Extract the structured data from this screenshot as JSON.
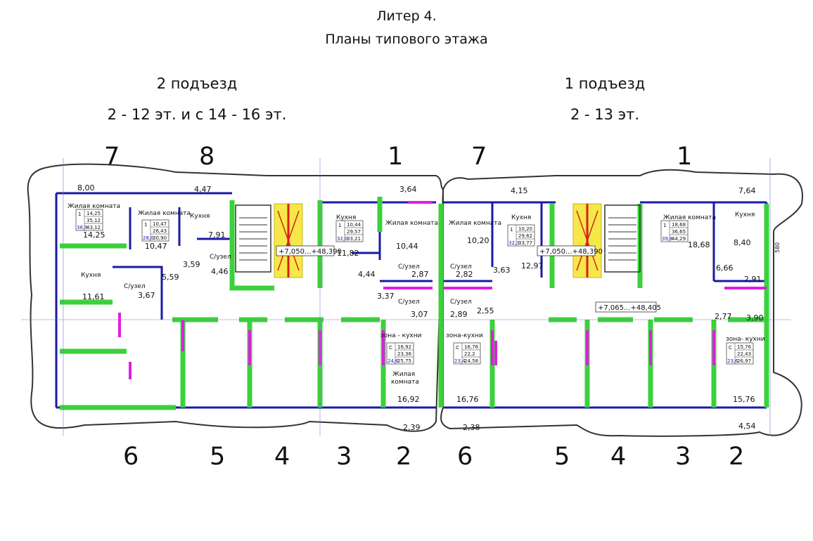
{
  "header": {
    "title_line1": "Литер 4.",
    "title_line2": "Планы типового этажа"
  },
  "entrances": {
    "left": {
      "name": "2 подъезд",
      "floors": "2 - 12 эт. и с 14 - 16 эт."
    },
    "right": {
      "name": "1 подъезд",
      "floors": "2 - 13 эт."
    }
  },
  "apartment_numbers": {
    "top": [
      "7",
      "8",
      "1",
      "7",
      "1"
    ],
    "bottom": [
      "6",
      "5",
      "4",
      "3",
      "2",
      "6",
      "5",
      "4",
      "3",
      "2"
    ]
  },
  "elevations": {
    "left_stair": "+7,050...+48,390",
    "right_stair": "+7,050...+48,390",
    "right_corridor": "+7,065...+48,405"
  },
  "dimensions": [
    "8,00",
    "4,47",
    "3,64",
    "4,15",
    "7,64",
    "14,25",
    "10,47",
    "7,91",
    "11,82",
    "10,44",
    "10,20",
    "12,97",
    "18,68",
    "8,40",
    "6,66",
    "2,91",
    "3,59",
    "4,46",
    "5,59",
    "3,67",
    "11,61",
    "4,44",
    "3,37",
    "2,87",
    "3,07",
    "2,82",
    "3,63",
    "2,89",
    "2,55",
    "2,77",
    "3,90",
    "16,92",
    "16,76",
    "15,76",
    "2,39",
    "2,38",
    "4,54",
    "580"
  ],
  "room_labels": {
    "living": "Жилая комната",
    "kitchen": "Кухня",
    "wc": "С/узел",
    "kitchen_zone": "зона - кухни",
    "kitchen_zone_right": "зона- кухни",
    "kitchen_zone_mid": "зона-кухни",
    "living_a": "Жилая",
    "living_b": "комната"
  },
  "apt_tables": [
    {
      "rooms": "1",
      "a": "14,25",
      "b": "35,12",
      "c": "36,9",
      "d": "43,12"
    },
    {
      "rooms": "1",
      "a": "10,47",
      "b": "26,43",
      "c": "28,0",
      "d": "30,90"
    },
    {
      "rooms": "1",
      "a": "10,44",
      "b": "29,57",
      "c": "32,0",
      "d": "33,21"
    },
    {
      "rooms": "1",
      "a": "10,20",
      "b": "29,62",
      "c": "32,3",
      "d": "33,77"
    },
    {
      "rooms": "1",
      "a": "18,68",
      "b": "36,65",
      "c": "39,8",
      "d": "44,29"
    },
    {
      "rooms": "С",
      "a": "16,92",
      "b": "23,36",
      "c": "24,6",
      "d": "25,75"
    },
    {
      "rooms": "С",
      "a": "16,76",
      "b": "22,2",
      "c": "23,4",
      "d": "24,58"
    },
    {
      "rooms": "С",
      "a": "15,76",
      "b": "22,43",
      "c": "23,6",
      "d": "26,97"
    }
  ]
}
